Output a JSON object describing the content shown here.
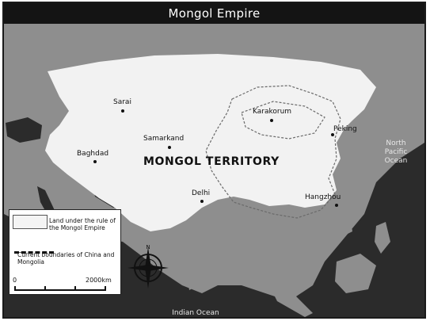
{
  "title": "Mongol Empire",
  "territory_label": "MONGOL TERRITORY",
  "cities": [
    {
      "name": "Sarai"
    },
    {
      "name": "Karakorum"
    },
    {
      "name": "Peking"
    },
    {
      "name": "Samarkand"
    },
    {
      "name": "Baghdad"
    },
    {
      "name": "Delhi"
    },
    {
      "name": "Hangzhou"
    }
  ],
  "oceans": {
    "pacific": "North Pacific Ocean",
    "indian": "Indian Ocean"
  },
  "legend": {
    "territory_label": "Land under the rule of the Mongol Empire",
    "boundary_label": "Current boundaries of China and Mongolia"
  },
  "scale": {
    "start": "0",
    "end": "2000km"
  },
  "compass": {
    "icon": "compass-rose-icon",
    "north": "N"
  },
  "colors": {
    "territory": "#f2f2f2",
    "land": "#8c8c8c",
    "water": "#2a2a2a",
    "title_bar": "#141414"
  }
}
